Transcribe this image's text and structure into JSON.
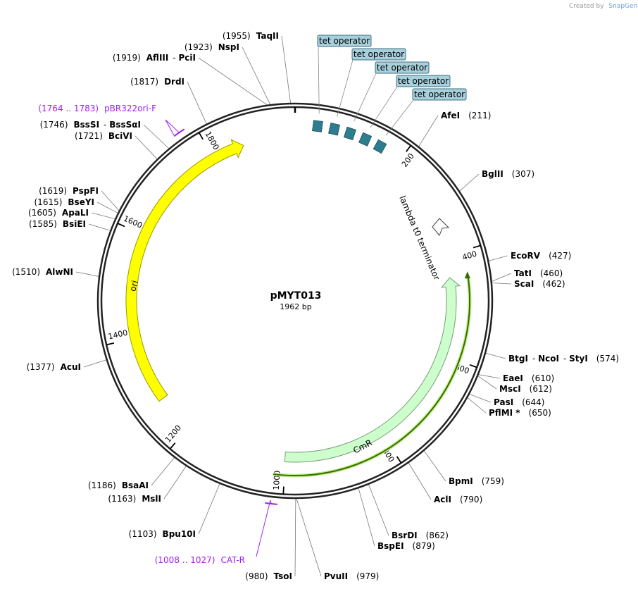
{
  "brand": {
    "prefix": "Created by",
    "name": "SnapGene"
  },
  "plasmid": {
    "name": "pMYT013",
    "length_label": "1962 bp",
    "length": 1962
  },
  "ticks": [
    {
      "pos": 200,
      "label": "200"
    },
    {
      "pos": 400,
      "label": "400"
    },
    {
      "pos": 600,
      "label": "600"
    },
    {
      "pos": 800,
      "label": "800"
    },
    {
      "pos": 1000,
      "label": "1000"
    },
    {
      "pos": 1200,
      "label": "1200"
    },
    {
      "pos": 1400,
      "label": "1400"
    },
    {
      "pos": 1600,
      "label": "1600"
    },
    {
      "pos": 1800,
      "label": "1800"
    }
  ],
  "sites": [
    {
      "id": "taqii",
      "pos": 1955,
      "pos_label": "(1955)",
      "names": [
        "TaqII"
      ]
    },
    {
      "id": "nspi",
      "pos": 1923,
      "pos_label": "(1923)",
      "names": [
        "NspI"
      ]
    },
    {
      "id": "aflIII",
      "pos": 1919,
      "pos_label": "(1919)",
      "names": [
        "AflIII",
        "PciI"
      ]
    },
    {
      "id": "drdi",
      "pos": 1817,
      "pos_label": "(1817)",
      "names": [
        "DrdI"
      ]
    },
    {
      "id": "bsssi",
      "pos": 1746,
      "pos_label": "(1746)",
      "names": [
        "BssSI",
        "BssSαI"
      ]
    },
    {
      "id": "bcivi",
      "pos": 1721,
      "pos_label": "(1721)",
      "names": [
        "BciVI"
      ]
    },
    {
      "id": "pspfi",
      "pos": 1619,
      "pos_label": "(1619)",
      "names": [
        "PspFI"
      ]
    },
    {
      "id": "bseyi",
      "pos": 1615,
      "pos_label": "(1615)",
      "names": [
        "BseYI"
      ]
    },
    {
      "id": "apali",
      "pos": 1605,
      "pos_label": "(1605)",
      "names": [
        "ApaLI"
      ]
    },
    {
      "id": "bsiei",
      "pos": 1585,
      "pos_label": "(1585)",
      "names": [
        "BsiEI"
      ]
    },
    {
      "id": "alwni",
      "pos": 1510,
      "pos_label": "(1510)",
      "names": [
        "AlwNI"
      ]
    },
    {
      "id": "acui",
      "pos": 1377,
      "pos_label": "(1377)",
      "names": [
        "AcuI"
      ]
    },
    {
      "id": "bsaai",
      "pos": 1186,
      "pos_label": "(1186)",
      "names": [
        "BsaAI"
      ]
    },
    {
      "id": "msli",
      "pos": 1163,
      "pos_label": "(1163)",
      "names": [
        "MslI"
      ]
    },
    {
      "id": "bpu10i",
      "pos": 1103,
      "pos_label": "(1103)",
      "names": [
        "Bpu10I"
      ]
    },
    {
      "id": "tsoi",
      "pos": 980,
      "pos_label": "(980)",
      "names": [
        "TsoI"
      ]
    },
    {
      "id": "pvuii",
      "pos": 979,
      "pos_label": "(979)",
      "names": [
        "PvuII"
      ]
    },
    {
      "id": "bspei",
      "pos": 879,
      "pos_label": "(879)",
      "names": [
        "BspEI"
      ]
    },
    {
      "id": "bsrdi",
      "pos": 862,
      "pos_label": "(862)",
      "names": [
        "BsrDI"
      ]
    },
    {
      "id": "acli",
      "pos": 790,
      "pos_label": "(790)",
      "names": [
        "AclI"
      ]
    },
    {
      "id": "bpmi",
      "pos": 759,
      "pos_label": "(759)",
      "names": [
        "BpmI"
      ]
    },
    {
      "id": "pflmi",
      "pos": 650,
      "pos_label": "(650)",
      "names": [
        "PflMI *"
      ]
    },
    {
      "id": "pasi",
      "pos": 644,
      "pos_label": "(644)",
      "names": [
        "PasI"
      ]
    },
    {
      "id": "msci",
      "pos": 612,
      "pos_label": "(612)",
      "names": [
        "MscI"
      ]
    },
    {
      "id": "eaei",
      "pos": 610,
      "pos_label": "(610)",
      "names": [
        "EaeI"
      ]
    },
    {
      "id": "btgi",
      "pos": 574,
      "pos_label": "(574)",
      "names": [
        "BtgI",
        "NcoI",
        "StyI"
      ]
    },
    {
      "id": "scai",
      "pos": 462,
      "pos_label": "(462)",
      "names": [
        "ScaI"
      ]
    },
    {
      "id": "tati",
      "pos": 460,
      "pos_label": "(460)",
      "names": [
        "TatI"
      ]
    },
    {
      "id": "ecorv",
      "pos": 427,
      "pos_label": "(427)",
      "names": [
        "EcoRV"
      ]
    },
    {
      "id": "bglii",
      "pos": 307,
      "pos_label": "(307)",
      "names": [
        "BglII"
      ]
    },
    {
      "id": "afei",
      "pos": 211,
      "pos_label": "(211)",
      "names": [
        "AfeI"
      ]
    }
  ],
  "primers": [
    {
      "id": "pbr322ori",
      "range_label": "(1764 .. 1783)",
      "name": "pBR322ori-F",
      "start": 1764,
      "end": 1783
    },
    {
      "id": "catr",
      "range_label": "(1008 .. 1027)",
      "name": "CAT-R",
      "start": 1008,
      "end": 1027
    }
  ],
  "features": [
    {
      "id": "ori",
      "name": "ori",
      "start": 1273,
      "end": 1862,
      "color": "#ffff00",
      "stroke": "#999900"
    },
    {
      "id": "cmr",
      "name": "CmR",
      "start": 444,
      "end": 1001,
      "color": "#ccffcc",
      "stroke": "#7a9a7a"
    },
    {
      "id": "cmr-promoter",
      "name": "",
      "start": 440,
      "end": 1020,
      "color": "#2f6f00"
    },
    {
      "id": "lambda",
      "name": "lambda t0 terminator",
      "pos": 370,
      "color": "#ffffff"
    }
  ],
  "operators": [
    {
      "name": "tet operator",
      "pos": 40
    },
    {
      "name": "tet operator",
      "pos": 70
    },
    {
      "name": "tet operator",
      "pos": 99
    },
    {
      "name": "tet operator",
      "pos": 128
    },
    {
      "name": "tet operator",
      "pos": 157
    }
  ],
  "colors": {
    "operator_fill": "#2e7d8f",
    "operator_label_fill": "#a8d0dc",
    "primer": "#a020f0"
  }
}
